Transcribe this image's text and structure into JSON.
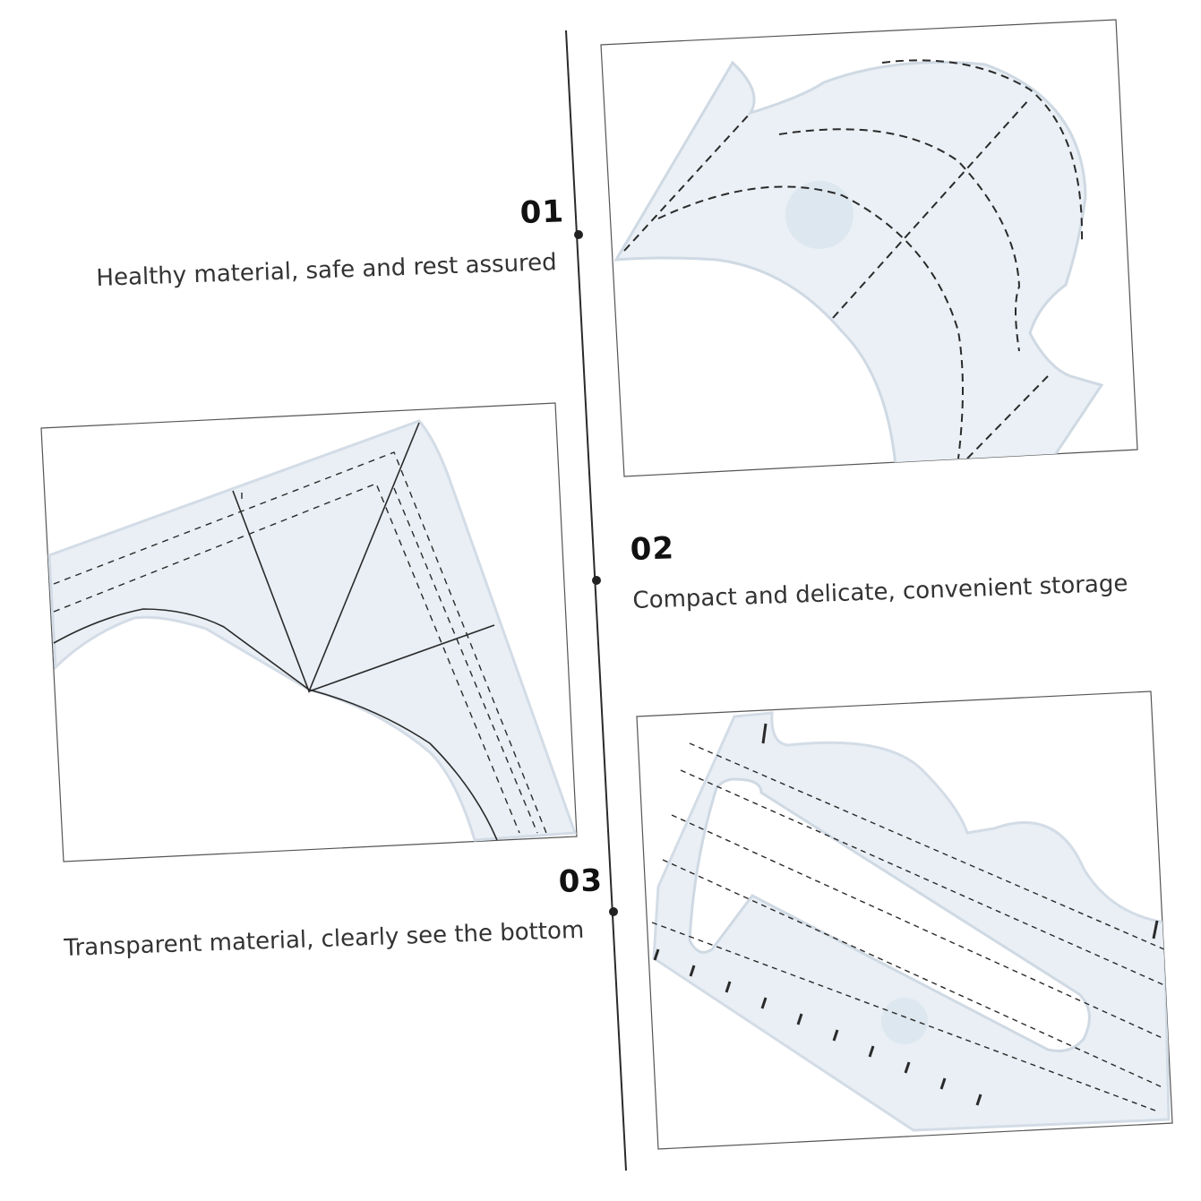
{
  "features": [
    {
      "number": "01",
      "text": "Healthy material, safe and rest assured"
    },
    {
      "number": "02",
      "text": "Compact and delicate, convenient storage"
    },
    {
      "number": "03",
      "text": "Transparent material, clearly see the bottom"
    }
  ],
  "colors": {
    "line": "#2a2a2a",
    "ruler_fill": "#e9eff5",
    "ruler_edge": "#cfd9e3",
    "frame": "#555555"
  }
}
